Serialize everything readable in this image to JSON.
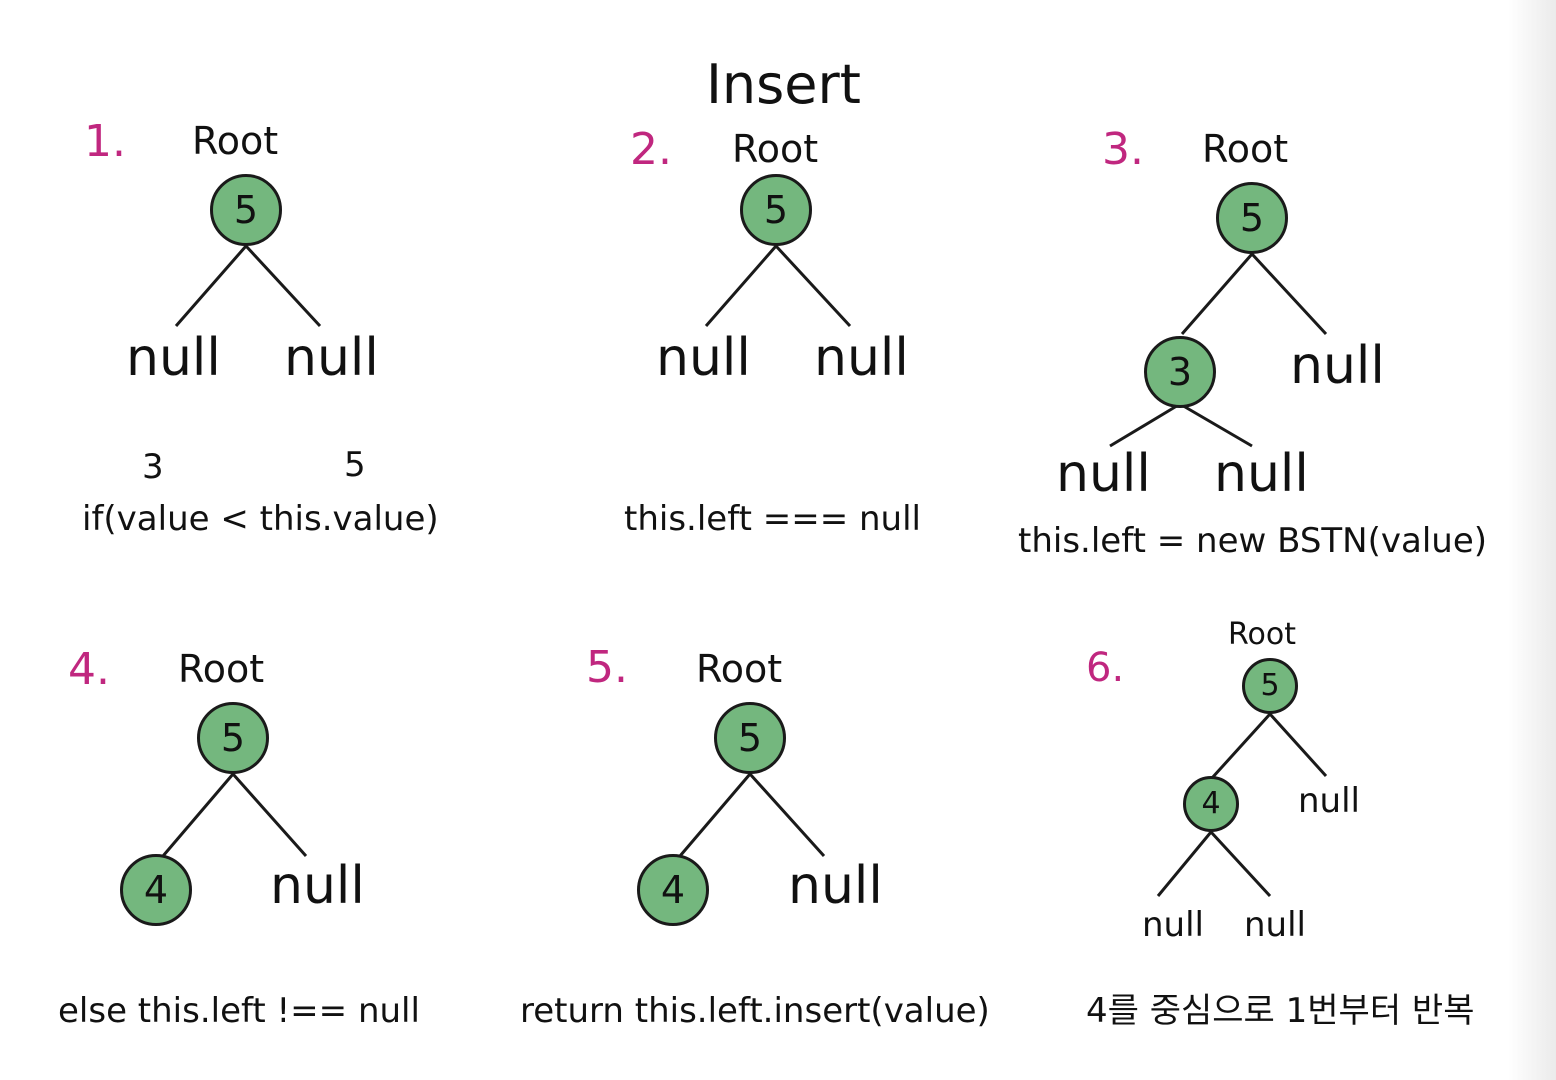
{
  "title": "Insert",
  "colors": {
    "step_number": "#c0277f",
    "node_fill": "#74b77e",
    "node_border": "#1a1a1a"
  },
  "steps": [
    {
      "number": "1.",
      "root_label": "Root",
      "root_value": "5",
      "left": "null",
      "right": "null",
      "compare_left": "3",
      "compare_right": "5",
      "code": "if(value < this.value)"
    },
    {
      "number": "2.",
      "root_label": "Root",
      "root_value": "5",
      "left": "null",
      "right": "null",
      "code": "this.left === null"
    },
    {
      "number": "3.",
      "root_label": "Root",
      "root_value": "5",
      "left_value": "3",
      "right": "null",
      "left_left": "null",
      "left_right": "null",
      "code": "this.left = new BSTN(value)"
    },
    {
      "number": "4.",
      "root_label": "Root",
      "root_value": "5",
      "left_value": "4",
      "right": "null",
      "code": "else  this.left !== null"
    },
    {
      "number": "5.",
      "root_label": "Root",
      "root_value": "5",
      "left_value": "4",
      "right": "null",
      "code": "return this.left.insert(value)"
    },
    {
      "number": "6.",
      "root_label": "Root",
      "root_value": "5",
      "left_value": "4",
      "right": "null",
      "left_left": "null",
      "left_right": "null",
      "code": "4를 중심으로 1번부터 반복"
    }
  ]
}
